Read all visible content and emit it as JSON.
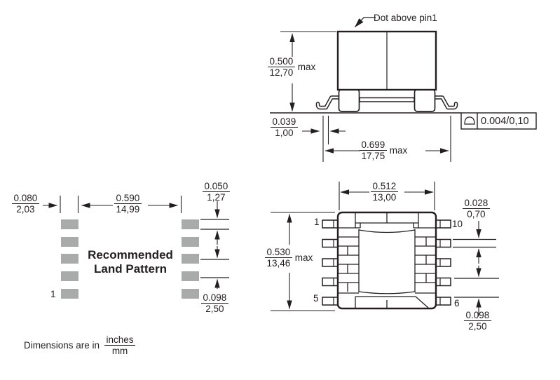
{
  "annotation": {
    "dot_label": "Dot above pin1"
  },
  "side_view": {
    "height": {
      "inches": "0.500",
      "mm": "12,70",
      "suffix": "max"
    },
    "lead_foot": {
      "inches": "0.039",
      "mm": "1,00"
    },
    "overall_width": {
      "inches": "0.699",
      "mm": "17,75",
      "suffix": "max"
    },
    "coplanarity_spec": "0.004/0,10"
  },
  "top_view": {
    "body_width": {
      "inches": "0.512",
      "mm": "13,00"
    },
    "body_height": {
      "inches": "0.530",
      "mm": "13,46",
      "suffix": "max"
    },
    "pin_width": {
      "inches": "0.028",
      "mm": "0,70"
    },
    "pin_pitch": {
      "inches": "0.098",
      "mm": "2,50"
    },
    "pins": {
      "pin1": "1",
      "pin5": "5",
      "pin6": "6",
      "pin10": "10"
    }
  },
  "land_pattern": {
    "title": {
      "line1": "Recommended",
      "line2": "Land Pattern"
    },
    "pad_width": {
      "inches": "0.080",
      "mm": "2,03"
    },
    "inner_gap": {
      "inches": "0.590",
      "mm": "14,99"
    },
    "pad_height": {
      "inches": "0.050",
      "mm": "1,27"
    },
    "pad_pitch": {
      "inches": "0.098",
      "mm": "2,50"
    },
    "pin1": "1"
  },
  "footer": {
    "note": "Dimensions are in",
    "units_numerator": "inches",
    "units_denominator": "mm"
  },
  "colors": {
    "line": "#231f20",
    "pad_gray": "#a9abab",
    "background": "#ffffff"
  }
}
